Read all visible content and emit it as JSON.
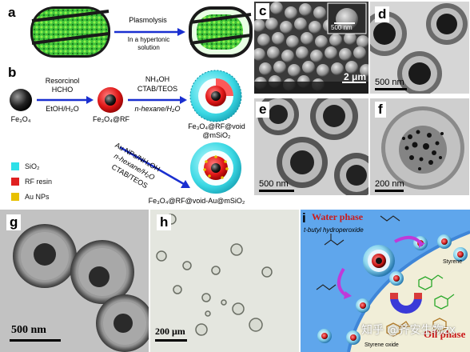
{
  "panels": {
    "a": {
      "label": "a",
      "arrow_line1": "Plasmolysis",
      "arrow_line2": "In a hypertonic",
      "arrow_line3": "solution"
    },
    "b": {
      "label": "b",
      "fe3o4": "Fe₃O₄",
      "step1_top1": "Resorcinol",
      "step1_top2": "HCHO",
      "step1_bottom": "EtOH/H₂O",
      "fe3o4_rf": "Fe₃O₄@RF",
      "step2_top1": "NH₄OH",
      "step2_top2": "CTAB/TEOS",
      "step2_bottom": "n-hexane/H₂O",
      "product1_line1": "Fe₃O₄@RF@void",
      "product1_line2": "@mSiO₂",
      "step3_line1": "Au NPs/NH₄OH",
      "step3_line2": "n-hexane/H₂O",
      "step3_line3": "CTAB/TEOS",
      "product2": "Fe₃O₄@RF@void-Au@mSiO₂",
      "legend": [
        {
          "label": "SiO₂",
          "color": "#2ee0e8"
        },
        {
          "label": "RF resin",
          "color": "#e02020"
        },
        {
          "label": "Au NPs",
          "color": "#e8c000"
        }
      ]
    },
    "c": {
      "label": "c",
      "scale_main": "2 μm",
      "scale_inset": "500 nm"
    },
    "d": {
      "label": "d",
      "scale": "500 nm"
    },
    "e": {
      "label": "e",
      "scale": "500 nm"
    },
    "f": {
      "label": "f",
      "scale": "200 nm"
    },
    "g": {
      "label": "g",
      "scale": "500 nm"
    },
    "h": {
      "label": "h",
      "scale": "200 μm"
    },
    "i": {
      "label": "i",
      "water_phase": "Water phase",
      "oil_phase": "Oil phase",
      "tbhp": "t-butyl hydroperoxide",
      "styrene": "Styrene",
      "styrene_oxide": "Styrene oxide"
    }
  },
  "watermark": "知乎 @齐安生物zx",
  "colors": {
    "accent_blue": "#1a2fd0",
    "red_text": "#cc1a1a",
    "water_bg": "#5fa6ec",
    "oil_bg": "#f1eed8",
    "silica": "#2ee0e8",
    "rf": "#e02020",
    "au": "#e8c000"
  }
}
